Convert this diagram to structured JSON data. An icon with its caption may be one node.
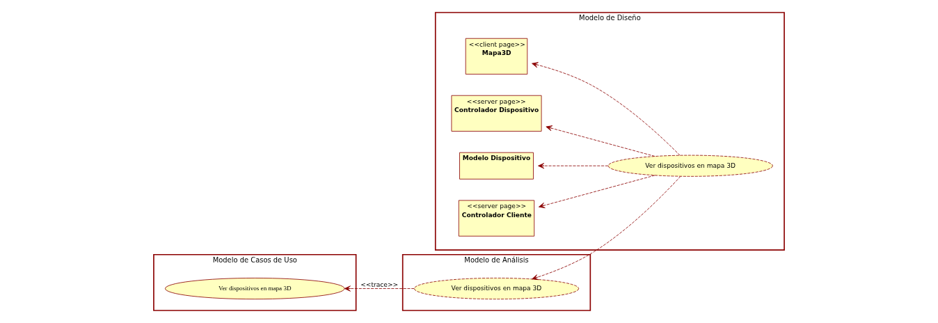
{
  "diagram": {
    "nodes": [
      {
        "text": [
          "Modelo de Casos de Uso"
        ]
      },
      {
        "text": [
          "Ver dispositivos en mapa 3D"
        ],
        "in": 0
      },
      {
        "text": [
          "Modelo de Análisis"
        ]
      },
      {
        "text": [
          "Ver dispositivos en mapa 3D"
        ],
        "in": 2
      },
      {
        "text": [
          "Modelo de Diseño"
        ]
      },
      {
        "text": [
          "Ver dispositivos en mapa 3D"
        ],
        "in": 4
      },
      {
        "text": [
          "<<server page>>",
          "Controlador Cliente"
        ],
        "in": 4
      },
      {
        "text": [
          "Modelo Dispositivo"
        ],
        "in": 4
      },
      {
        "text": [
          "<<server page>>",
          "Controlador Dispositivo"
        ],
        "in": 4
      },
      {
        "text": [
          "<<client page>>",
          "Mapa3D"
        ],
        "in": 4
      }
    ],
    "edges": [
      {
        "from": 3,
        "to": 1,
        "arrow": "to",
        "style": "dashed",
        "label": "<<trace>>"
      },
      {
        "from": 5,
        "to": 3,
        "arrow": "to",
        "style": "dashed"
      },
      {
        "from": 5,
        "to": 6,
        "arrow": "to",
        "style": "dashed"
      },
      {
        "from": 5,
        "to": 8,
        "arrow": "to",
        "style": "dashed"
      },
      {
        "from": 5,
        "to": 9,
        "arrow": "to",
        "style": "dashed"
      },
      {
        "from": 5,
        "to": 7,
        "arrow": "to",
        "style": "dashed"
      }
    ]
  }
}
